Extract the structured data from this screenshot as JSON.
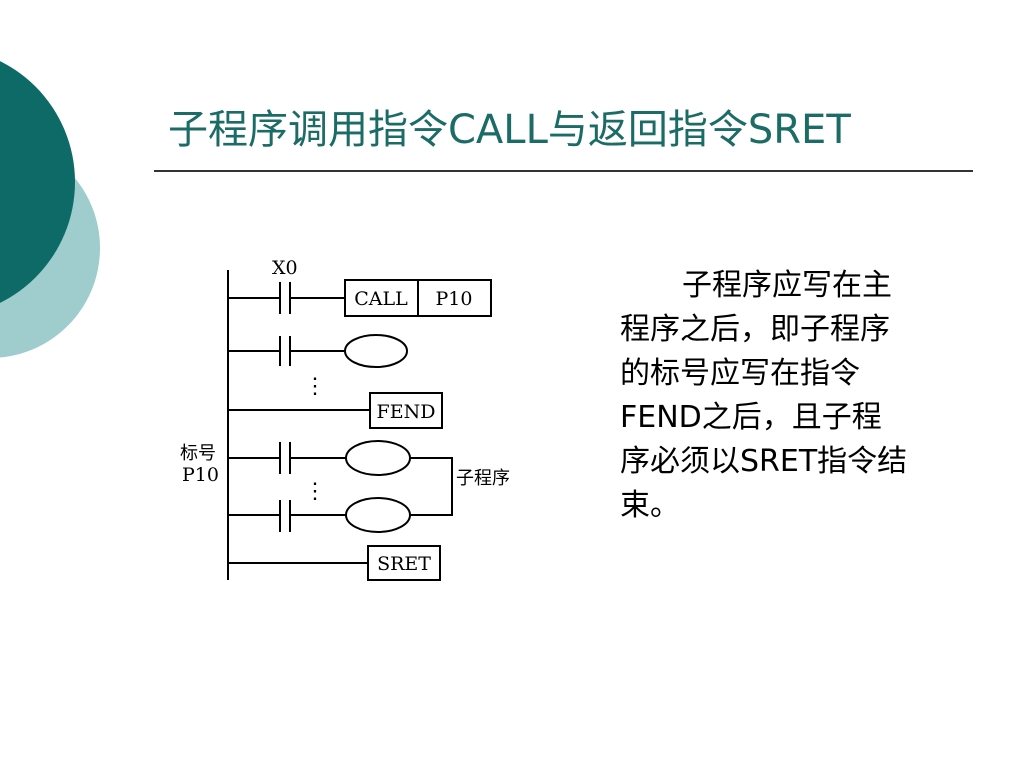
{
  "slide": {
    "title": "子程序调用指令CALL与返回指令SRET",
    "body_lines": [
      "子程序应写在主",
      "程序之后，即子程序",
      "的标号应写在指令",
      "FEND之后，且子程",
      "序必须以SRET指令结",
      "束。"
    ]
  },
  "diagram": {
    "contact_label": "X0",
    "call_box": [
      "CALL",
      "P10"
    ],
    "fend_box": "FEND",
    "sret_box": "SRET",
    "label_line1": "标号",
    "label_line2": "P10",
    "subroutine_label": "子程序",
    "ellipsis": "⋮"
  },
  "colors": {
    "title": "#1b6b66",
    "circle_dark": "#0e6a66",
    "circle_light": "#9fcccc"
  }
}
